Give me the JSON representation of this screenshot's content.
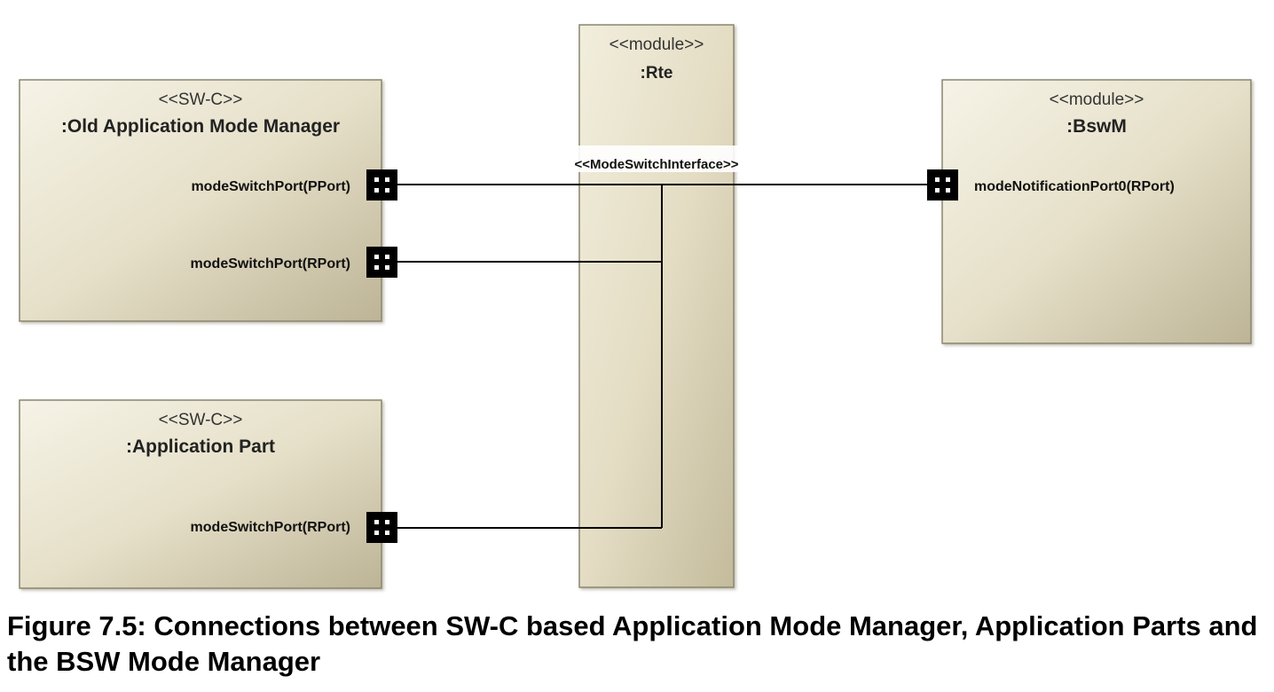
{
  "components": {
    "old_amm": {
      "stereotype": "<<SW-C>>",
      "name": ":Old Application Mode Manager",
      "ports": [
        "modeSwitchPort(PPort)",
        "modeSwitchPort(RPort)"
      ]
    },
    "app_part": {
      "stereotype": "<<SW-C>>",
      "name": ":Application Part",
      "ports": [
        "modeSwitchPort(RPort)"
      ]
    },
    "rte": {
      "stereotype": "<<module>>",
      "name": ":Rte"
    },
    "bswm": {
      "stereotype": "<<module>>",
      "name": ":BswM",
      "ports": [
        "modeNotificationPort0(RPort)"
      ]
    }
  },
  "connector": {
    "interface_label": "<<ModeSwitchInterface>>"
  },
  "caption": "Figure 7.5: Connections between SW-C based Application Mode Manager, Application Parts and the BSW Mode Manager",
  "colors": {
    "box_fill_light": "#f4f1e4",
    "box_fill_dark": "#c6bda0",
    "box_border": "#8a8670",
    "port_fill": "#000000",
    "line": "#000000"
  }
}
